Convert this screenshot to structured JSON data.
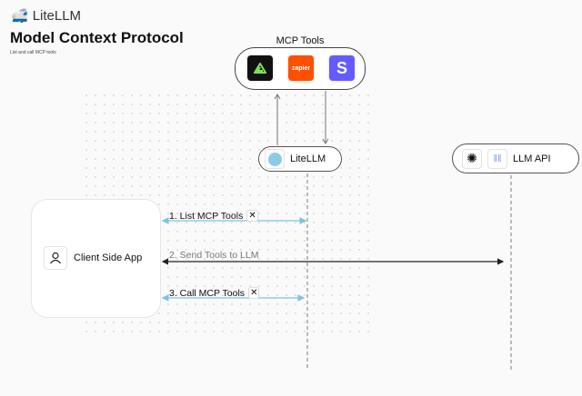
{
  "brand": {
    "name": "LiteLLM"
  },
  "header": {
    "title": "Model Context Protocol",
    "subtitle": "List and call MCP tools"
  },
  "mcp": {
    "label": "MCP Tools",
    "tools": [
      {
        "icon": "triangle-logo-icon",
        "color": "#111111"
      },
      {
        "icon": "zapier-logo-icon",
        "text": "zapier",
        "color": "#ff4f00"
      },
      {
        "icon": "stripe-logo-icon",
        "text": "S",
        "color": "#635bff"
      }
    ]
  },
  "litellm": {
    "label": "LiteLLM"
  },
  "llm": {
    "label": "LLM API"
  },
  "client": {
    "label": "Client Side App"
  },
  "steps": [
    {
      "label": "1. List MCP Tools",
      "icon": "tools-icon",
      "color": "#7cc4e4"
    },
    {
      "label": "2. Send Tools to LLM",
      "color": "#222222"
    },
    {
      "label": "3. Call MCP Tools",
      "icon": "tools-icon",
      "color": "#7cc4e4"
    }
  ]
}
